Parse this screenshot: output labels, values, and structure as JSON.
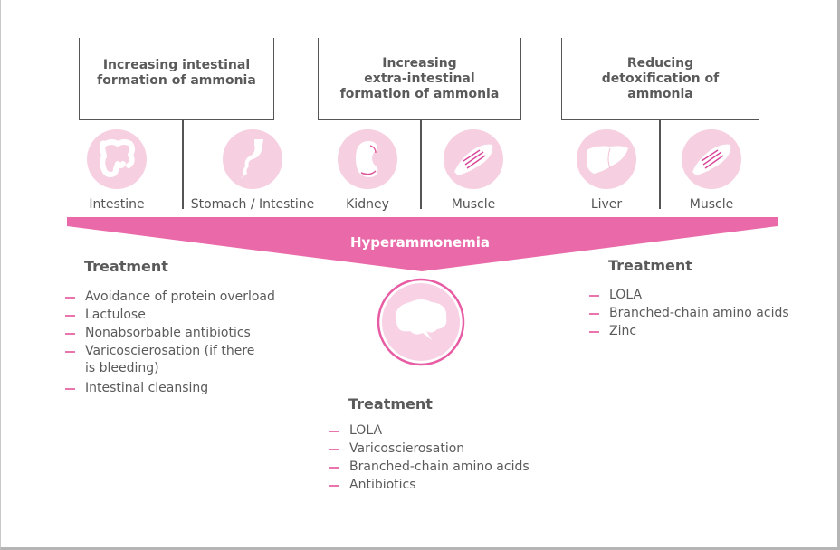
{
  "diagram": {
    "categories": [
      {
        "title": "Increasing intestinal formation of ammonia",
        "title_lines": [
          "Increasing intestinal",
          "formation of ammonia"
        ],
        "organs": [
          {
            "label": "Intestine",
            "icon": "intestine-icon"
          },
          {
            "label": "Stomach / Intestine",
            "icon": "stomach-icon"
          }
        ]
      },
      {
        "title": "Increasing extra-intestinal formation of ammonia",
        "title_lines": [
          "Increasing",
          "extra-intestinal",
          "formation of ammonia"
        ],
        "organs": [
          {
            "label": "Kidney",
            "icon": "kidney-icon"
          },
          {
            "label": "Muscle",
            "icon": "muscle-icon"
          }
        ]
      },
      {
        "title": "Reducing detoxification of ammonia",
        "title_lines": [
          "Reducing",
          "detoxification of",
          "ammonia"
        ],
        "organs": [
          {
            "label": "Liver",
            "icon": "liver-icon"
          },
          {
            "label": "Muscle",
            "icon": "muscle-icon"
          }
        ]
      }
    ],
    "funnel_label": "Hyperammonemia",
    "center_icon": "brain-icon",
    "treatments": {
      "left": {
        "title": "Treatment",
        "items": [
          "Avoidance of protein overload",
          "Lactulose",
          "Nonabsorbable antibiotics",
          "Varicoscierosation (if there is bleeding)",
          "Intestinal cleansing"
        ],
        "item_lines": [
          [
            "Avoidance of protein overload"
          ],
          [
            "Lactulose"
          ],
          [
            "Nonabsorbable antibiotics"
          ],
          [
            "Varicoscierosation (if there",
            "is bleeding)"
          ],
          [
            "Intestinal cleansing"
          ]
        ]
      },
      "center": {
        "title": "Treatment",
        "items": [
          "LOLA",
          "Varicoscierosation",
          "Branched-chain amino acids",
          "Antibiotics"
        ]
      },
      "right": {
        "title": "Treatment",
        "items": [
          "LOLA",
          "Branched-chain amino acids",
          "Zinc"
        ]
      }
    },
    "colors": {
      "funnel_pink": "#ea6aa9",
      "icon_circle_pink": "#f6cfe1",
      "dash_pink": "#ea75ad",
      "line_gray": "#555555",
      "text_gray": "#5a5a5a"
    }
  }
}
